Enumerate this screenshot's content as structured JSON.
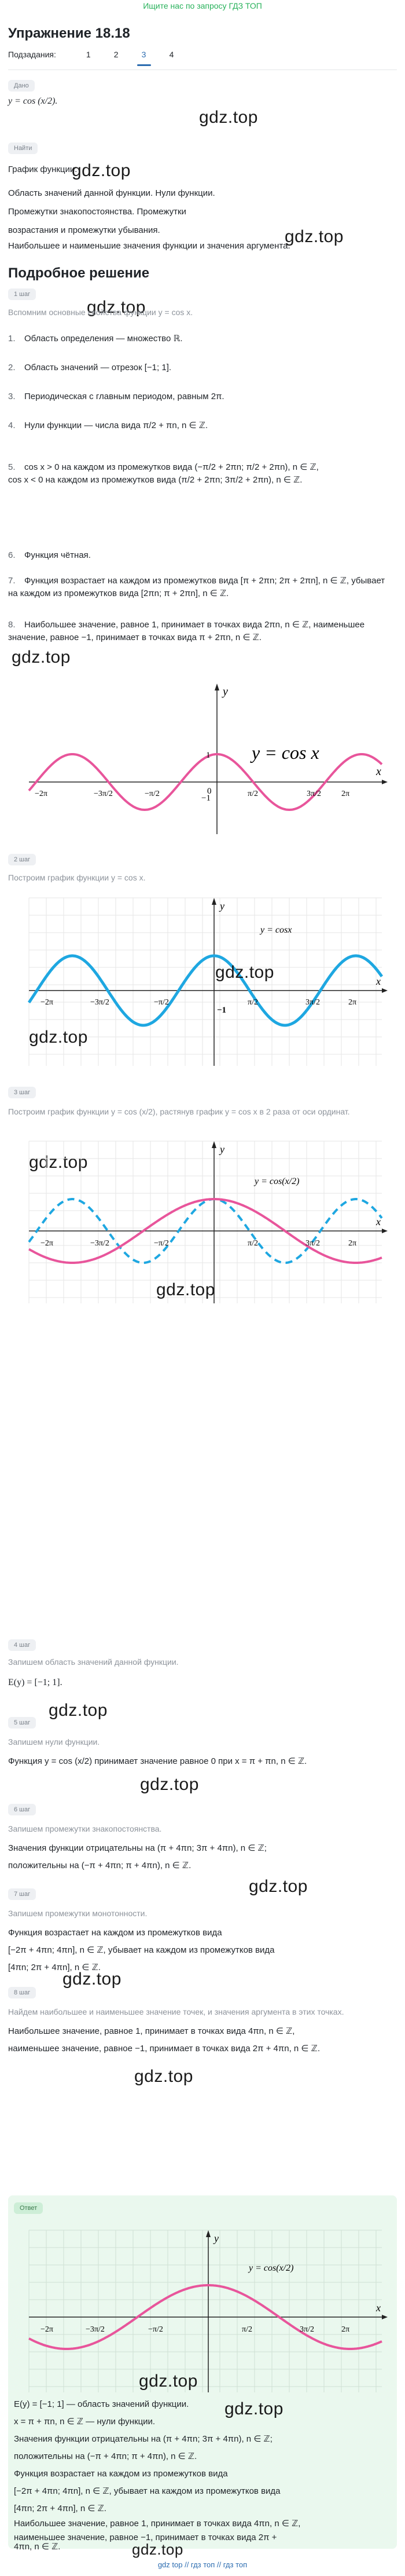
{
  "top_link": "Ищите нас по запросу ГДЗ ТОП",
  "title": "Упражнение 18.18",
  "subtasks": {
    "label": "Подзадания:",
    "items": [
      "1",
      "2",
      "3",
      "4"
    ],
    "active": "3"
  },
  "given": {
    "label": "Дано",
    "formula": "y = cos (x/2)."
  },
  "find": {
    "label": "Найти",
    "lines": [
      "График функции.",
      "Область значений данной функции. Нули функции. Промежутки знакопостоянства. Промежутки возрастания и промежутки убывания.",
      "Наибольшее и наименьшие значения функции и значения аргумента."
    ]
  },
  "watermark": "gdz.top",
  "solution_title": "Подробное решение",
  "step1": {
    "label": "1 шаг",
    "intro": "Вспомним основные свойства функции y = cos x.",
    "items": [
      "Область определения — множество ℝ.",
      "Область значений — отрезок [−1; 1].",
      "Периодическая с главным периодом, равным 2π.",
      "Нули функции — числа вида π/2 + πn, n ∈ ℤ.",
      "cos x > 0 на каждом из промежутков вида (−π/2 + 2πn; π/2 + 2πn), n ∈ ℤ, cos x < 0 на каждом из промежутков вида (π/2 + 2πn; 3π/2 + 2πn), n ∈ ℤ.",
      "Функция чётная.",
      "Функция возрастает на каждом из промежутков вида [π + 2πn; 2π + 2πn], n ∈ ℤ, убывает на каждом из промежутков вида [2πn; π + 2πn], n ∈ ℤ.",
      "Наибольшее значение, равное 1, принимает в точках вида 2πn, n ∈ ℤ, наименьшее значение, равное −1, принимает в точках вида π + 2πn, n ∈ ℤ."
    ],
    "graph_label": "y = cos x"
  },
  "step2": {
    "label": "2 шаг",
    "intro": "Построим график функции y = cos x.",
    "graph_label": "y = cosx"
  },
  "step3": {
    "label": "3 шаг",
    "intro": "Построим график функции y = cos (x/2), растянув график y = cos x в 2 раза от оси ординат.",
    "graph_label": "y = cos(x/2)"
  },
  "step4": {
    "label": "4 шаг",
    "intro": "Запишем область значений данной функции.",
    "result": "E(y) = [−1; 1]."
  },
  "step5": {
    "label": "5 шаг",
    "intro": "Запишем нули функции.",
    "result": "Функция y = cos (x/2) принимает значение равное 0 при x = π + πn, n ∈ ℤ."
  },
  "step6": {
    "label": "6 шаг",
    "intro": "Запишем промежутки знакопостоянства.",
    "lines": [
      "Значения функции отрицательны на (π + 4πn; 3π + 4πn), n ∈ ℤ;",
      "положительны на (−π + 4πn; π + 4πn), n ∈ ℤ."
    ]
  },
  "step7": {
    "label": "7 шаг",
    "intro": "Запишем промежутки монотонности.",
    "lines": [
      "Функция возрастает на каждом из промежутков вида",
      "[−2π + 4πn; 4πn], n ∈ ℤ, убывает на каждом из промежутков вида",
      "[4πn; 2π + 4πn], n ∈ ℤ."
    ]
  },
  "step8": {
    "label": "8 шаг",
    "intro": "Найдем наибольшее и наименьшее значение точек, и значения аргумента в этих точках.",
    "lines": [
      "Наибольшее значение, равное 1, принимает в точках вида 4πn, n ∈ ℤ,",
      "наименьшее значение, равное −1, принимает в точках вида 2π + 4πn, n ∈ ℤ."
    ]
  },
  "answer": {
    "label": "Ответ",
    "graph_label": "y = cos(x/2)",
    "lines": [
      "E(y) = [−1; 1] — область значений функции.",
      "x = π + πn, n ∈ ℤ — нули функции.",
      "Значения функции отрицательны на (π + 4πn; 3π + 4πn), n ∈ ℤ;",
      "положительны на (−π + 4πn; π + 4πn), n ∈ ℤ.",
      "Функция возрастает на каждом из промежутков вида",
      "[−2π + 4πn; 4πn], n ∈ ℤ, убывает на каждом из промежутков вида",
      "[4πn; 2π + 4πn], n ∈ ℤ.",
      "Наибольшее значение, равное 1, принимает в точках вида 4πn, n ∈ ℤ,",
      "наименьшее значение, равное −1, принимает в точках вида 2π +",
      "4πn, n ∈ ℤ."
    ]
  },
  "axis_ticks": [
    "−2π",
    "−3π/2",
    "−π/2",
    "π/2",
    "3π/2",
    "2π"
  ],
  "axis_marks": {
    "one": "1",
    "minus_one": "−1",
    "zero": "0",
    "x": "x",
    "y": "y"
  },
  "footer": "gdz top // гдз топ // гдз топ",
  "colors": {
    "pink": "#e8559b",
    "blue": "#1ea7e1",
    "green": "#27b15a",
    "link": "#2b6cb0"
  }
}
